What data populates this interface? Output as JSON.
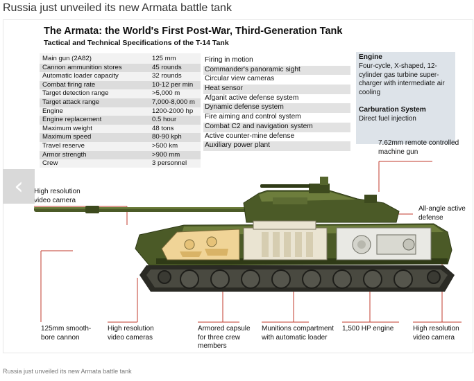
{
  "page": {
    "title": "Russia just unveiled its new Armata battle tank",
    "caption": "Russia just unveiled its new Armata battle tank"
  },
  "nav": {
    "prev_icon": "‹"
  },
  "infographic": {
    "headline": "The Armata: the World's First Post-War, Third-Generation Tank",
    "subheadline": "Tactical and Technical Specifications of the T-14 Tank",
    "specs": [
      {
        "label": "Main gun (2A82)",
        "value": "125 mm"
      },
      {
        "label": "Cannon ammunition stores",
        "value": "45 rounds"
      },
      {
        "label": "Automatic loader capacity",
        "value": "32 rounds"
      },
      {
        "label": "Combat firing rate",
        "value": "10-12 per min"
      },
      {
        "label": "Target detection range",
        "value": ">5,000 m"
      },
      {
        "label": "Target attack range",
        "value": "7,000-8,000 m"
      },
      {
        "label": "Engine",
        "value": "1200-2000 hp"
      },
      {
        "label": "Engine replacement",
        "value": "0.5 hour"
      },
      {
        "label": "Maximum weight",
        "value": "48 tons"
      },
      {
        "label": "Maximum speed",
        "value": "80-90 kph"
      },
      {
        "label": "Travel reserve",
        "value": ">500 km"
      },
      {
        "label": "Armor strength",
        "value": ">900 mm"
      },
      {
        "label": "Crew",
        "value": "3 personnel"
      }
    ],
    "features": [
      "Firing in motion",
      "Commander's panoramic sight",
      "Circular view cameras",
      "Heat sensor",
      "Afganit active defense system",
      "Dynamic defense system",
      "Fire aiming and control system",
      "Combat C2 and navigation system",
      "Active counter-mine defense",
      "Auxiliary power plant"
    ],
    "engine": {
      "heading": "Engine",
      "text": "Four-cycle, X-shaped, 12-cylinder gas turbine super-charger with intermediate air cooling",
      "carb_heading": "Carburation System",
      "carb_text": "Direct fuel injection"
    },
    "callouts": {
      "machine_gun": "7.62mm remote controlled machine gun",
      "camera_left": "High resolution video camera",
      "active_defense": "All-angle active defense",
      "cannon": "125mm smooth-bore cannon",
      "cameras_bottom": "High resolution video cameras",
      "capsule": "Armored capsule for three crew members",
      "munitions": "Munitions compartment with automatic loader",
      "engine_hp": "1,500 HP engine",
      "camera_right": "High resolution video camera"
    }
  },
  "colors": {
    "hull_green": "#4b5a27",
    "hull_dark": "#2f3a16",
    "capsule_fill": "#f0d497",
    "interior_fill": "#eae4d2",
    "engine_box": "#dde3e9",
    "leader_line": "#c0392b"
  }
}
